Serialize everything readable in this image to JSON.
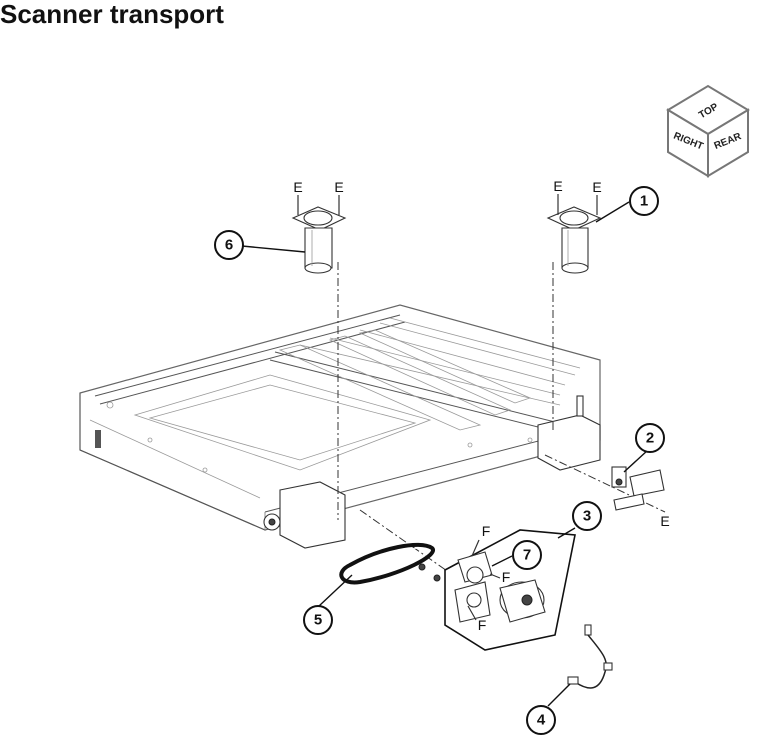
{
  "title": "Scanner transport",
  "orientation_cube": {
    "top": "TOP",
    "right": "RIGHT",
    "rear": "REAR"
  },
  "callouts": [
    "1",
    "2",
    "3",
    "4",
    "5",
    "6",
    "7"
  ],
  "letters": {
    "e": "E",
    "f": "F"
  }
}
